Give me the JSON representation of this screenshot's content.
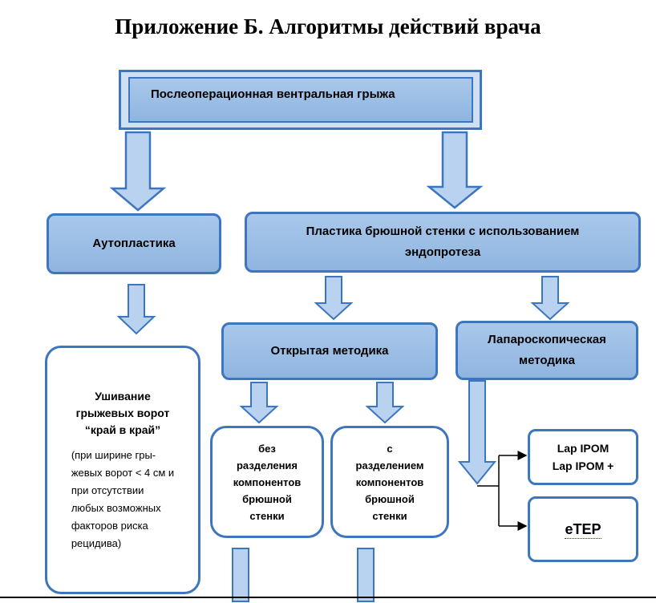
{
  "title": "Приложение Б. Алгоритмы действий врача",
  "nodes": {
    "root": "Послеоперационная вентральная грыжа",
    "autoplasty": "Аутопластика",
    "endoprosthesis": [
      "Пластика брюшной стенки с использованием",
      "эндопротеза"
    ],
    "suture": {
      "heading": [
        "Ушивание",
        "грыжевых ворот",
        "“край в край”"
      ],
      "note": [
        "(при ширине гры-",
        "жевых ворот < 4 см и",
        "при отсутствии",
        "любых возможных",
        "факторов риска",
        "рецидива)"
      ]
    },
    "open_method": "Открытая методика",
    "lap_method": [
      "Лапароскопическая",
      "методика"
    ],
    "without_separation": [
      "без",
      "разделения",
      "компонентов",
      "брюшной",
      "стенки"
    ],
    "with_separation": [
      "с",
      "разделением",
      "компонентов",
      "брюшной",
      "стенки"
    ],
    "lap_ipom": [
      "Lap IPOM",
      "Lap IPOM +"
    ],
    "etep": "eTEP"
  },
  "colors": {
    "box_fill": "#9fc0e6",
    "box_border": "#3d75bf",
    "arrow_fill": "#b8d2ef",
    "arrow_stroke": "#3d75bf"
  }
}
